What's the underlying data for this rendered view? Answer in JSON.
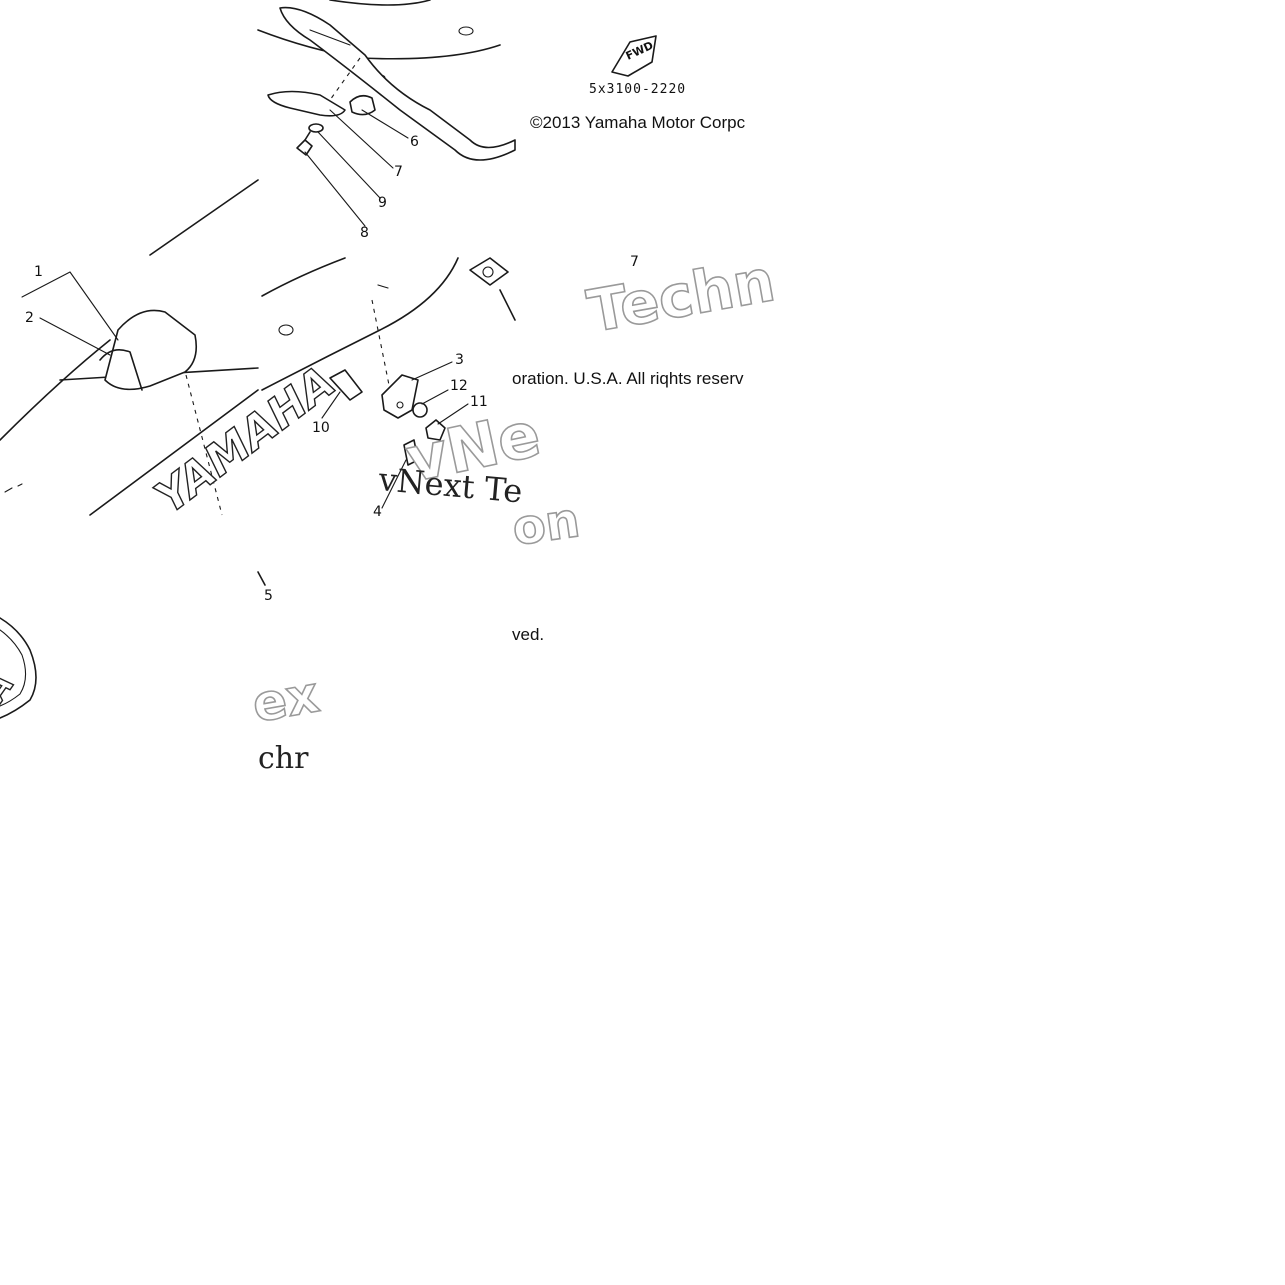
{
  "diagram": {
    "part_code": "5x3100-2220",
    "fwd_mark": "FWD",
    "copyright_line_1": "©2013 Yamaha Motor Corpc",
    "copyright_line_2": "oration. U.S.A. All riqhts reserv",
    "copyright_line_3": "ved.",
    "brand_lettering": "YAMAHA",
    "brand_lettering_small": "A",
    "callouts": [
      "1",
      "2",
      "3",
      "4",
      "5",
      "6",
      "7",
      "8",
      "9",
      "10",
      "11",
      "12"
    ],
    "watermark": {
      "techn_large": "Techn",
      "vne_large": "vNe",
      "vnext_tech": "vNext Te",
      "on_fragment": "on",
      "ex_fragment": "ex",
      "chr_fragment": "chr",
      "top_tick": "7"
    }
  },
  "colors": {
    "background": "#ffffff",
    "line_art": "#1a1a1a",
    "watermark_outline": "#9a9a9a"
  }
}
